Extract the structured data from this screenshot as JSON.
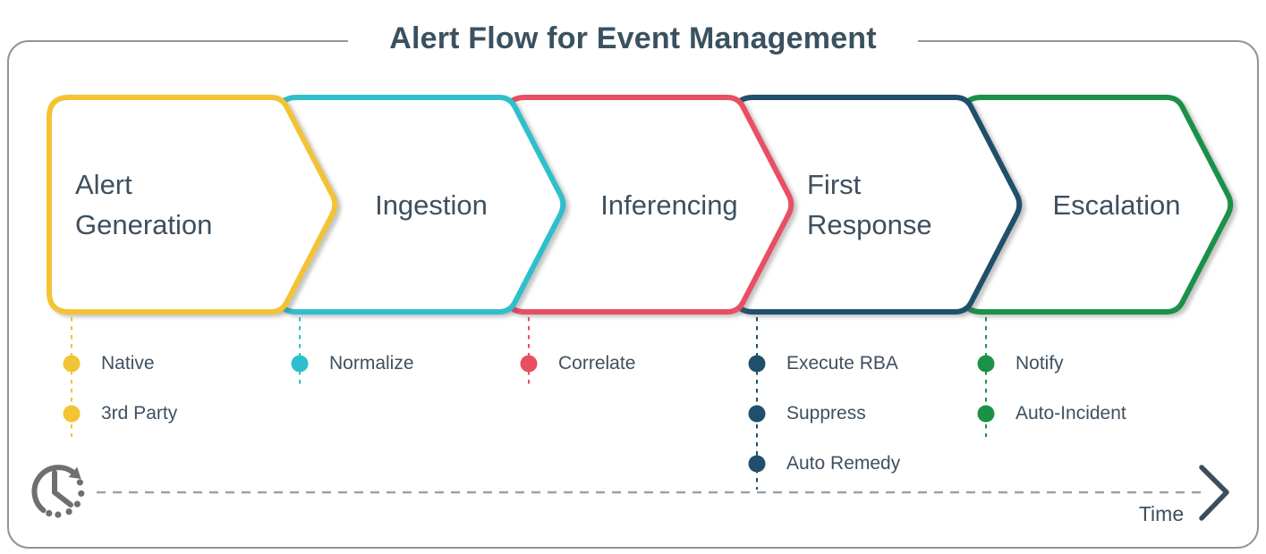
{
  "title": "Alert Flow for Event Management",
  "stages": [
    {
      "label": "Alert Generation",
      "color": "#F2C334",
      "items": [
        "Native",
        "3rd Party"
      ]
    },
    {
      "label": "Ingestion",
      "color": "#2FBFCC",
      "items": [
        "Normalize"
      ]
    },
    {
      "label": "Inferencing",
      "color": "#E94F62",
      "items": [
        "Correlate"
      ]
    },
    {
      "label": "First Response",
      "color": "#1F506B",
      "items": [
        "Execute RBA",
        "Suppress",
        "Auto Remedy"
      ]
    },
    {
      "label": "Escalation",
      "color": "#1B9148",
      "items": [
        "Notify",
        "Auto-Incident"
      ]
    }
  ],
  "timeline": {
    "label": "Time"
  },
  "icons": {
    "left": "clock-icon",
    "right": "chevron-right-icon"
  },
  "colors": {
    "text": "#3E4F5F",
    "frame_border": "#8B969E",
    "timeline_gray": "#9AA1A7",
    "clock_gray": "#6F6F6F"
  }
}
